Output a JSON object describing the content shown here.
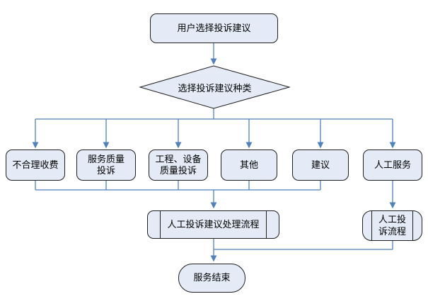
{
  "diagram": {
    "type": "flowchart",
    "language": "zh-CN",
    "colors": {
      "background": "#ffffff",
      "connector": "#4f81bd",
      "node_fill": "#e4ebf6",
      "node_border": "#1f1f1f",
      "text": "#000000"
    },
    "nodes": {
      "start": {
        "shape": "terminator",
        "label": "用户选择投诉建议"
      },
      "decision": {
        "shape": "diamond",
        "label": "选择投诉建议种类"
      },
      "unreasonable_fees": {
        "shape": "rounded-rect",
        "label": "不合理收费"
      },
      "service_quality_complaint": {
        "shape": "rounded-rect",
        "label": "服务质量\n投诉"
      },
      "engineering_equipment_quality_complaint": {
        "shape": "rounded-rect",
        "label": "工程、设备\n质量投诉"
      },
      "other": {
        "shape": "rounded-rect",
        "label": "其他"
      },
      "suggestion": {
        "shape": "rounded-rect",
        "label": "建议"
      },
      "manual_service": {
        "shape": "rounded-rect",
        "label": "人工服务"
      },
      "manual_complaint_suggestion_process": {
        "shape": "predefined-process",
        "label": "人工投诉建议处理流程"
      },
      "manual_complaint_flow": {
        "shape": "predefined-process",
        "label": "人工投\n诉流程"
      },
      "end": {
        "shape": "terminator",
        "label": "服务结束"
      }
    },
    "edges": [
      "start -> decision",
      "decision -> unreasonable_fees",
      "decision -> service_quality_complaint",
      "decision -> engineering_equipment_quality_complaint",
      "decision -> other",
      "decision -> suggestion",
      "decision -> manual_service",
      "unreasonable_fees -> manual_complaint_suggestion_process",
      "service_quality_complaint -> manual_complaint_suggestion_process",
      "engineering_equipment_quality_complaint -> manual_complaint_suggestion_process",
      "other -> manual_complaint_suggestion_process",
      "suggestion -> manual_complaint_suggestion_process",
      "manual_service -> manual_complaint_flow",
      "manual_complaint_suggestion_process -> end",
      "manual_complaint_flow -> end"
    ]
  }
}
